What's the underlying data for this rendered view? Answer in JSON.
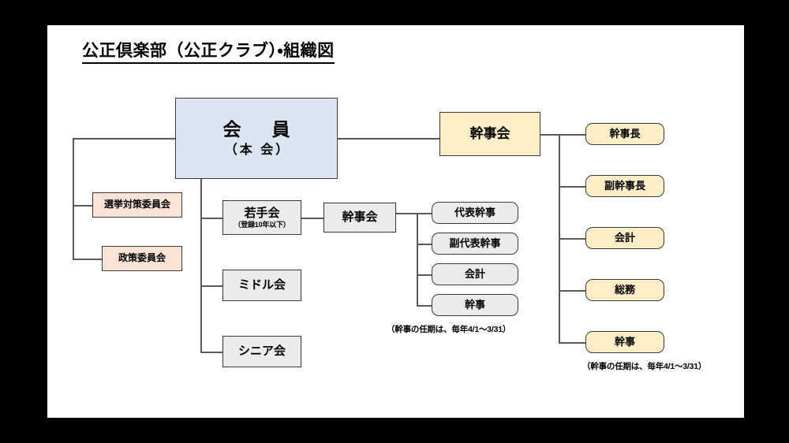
{
  "slide": {
    "title": "公正倶楽部（公正クラブ）・組織図",
    "background": "#ffffff",
    "letterbox_color": "#000000"
  },
  "colors": {
    "member_fill": "#dce6f2",
    "committee_fill": "#fbe3d5",
    "group_fill": "#ebebeb",
    "officer_fill": "#fdeec8",
    "border": "#3a3a3a",
    "connector": "#595959",
    "text": "#000000"
  },
  "org_chart": {
    "root": {
      "label_main": "会　員",
      "label_sub": "（本 会）"
    },
    "committees": [
      {
        "label": "選挙対策委員会"
      },
      {
        "label": "政策委員会"
      }
    ],
    "age_groups": [
      {
        "label": "若手会",
        "sublabel": "（登録10年以下）"
      },
      {
        "label": "ミドル会",
        "sublabel": ""
      },
      {
        "label": "シニア会",
        "sublabel": ""
      }
    ],
    "young_board": {
      "label": "幹事会",
      "members": [
        {
          "label": "代表幹事"
        },
        {
          "label": "副代表幹事"
        },
        {
          "label": "会計"
        },
        {
          "label": "幹事"
        }
      ],
      "note": "（幹事の任期は、毎年4/1〜3/31）"
    },
    "main_board": {
      "label": "幹事会",
      "members": [
        {
          "label": "幹事長"
        },
        {
          "label": "副幹事長"
        },
        {
          "label": "会計"
        },
        {
          "label": "総務"
        },
        {
          "label": "幹事"
        }
      ],
      "note": "（幹事の任期は、毎年4/1〜3/31）"
    }
  }
}
